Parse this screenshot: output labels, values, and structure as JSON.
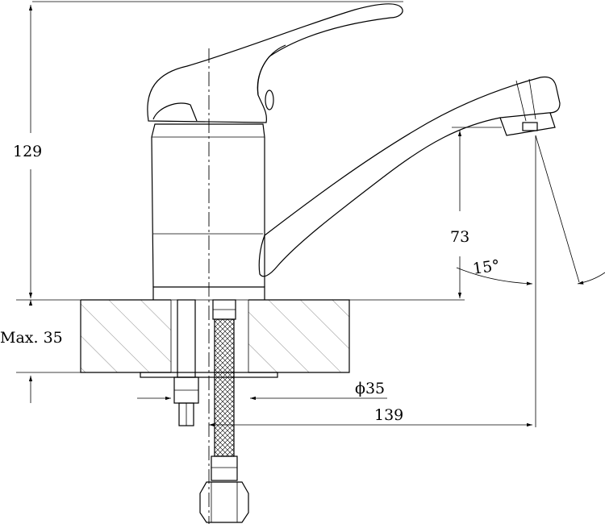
{
  "dimensions": {
    "height_total": "129",
    "spout_height": "73",
    "angle": "15°",
    "max_thickness": "Max. 35",
    "hole_diameter": "ϕ35",
    "reach": "139"
  }
}
